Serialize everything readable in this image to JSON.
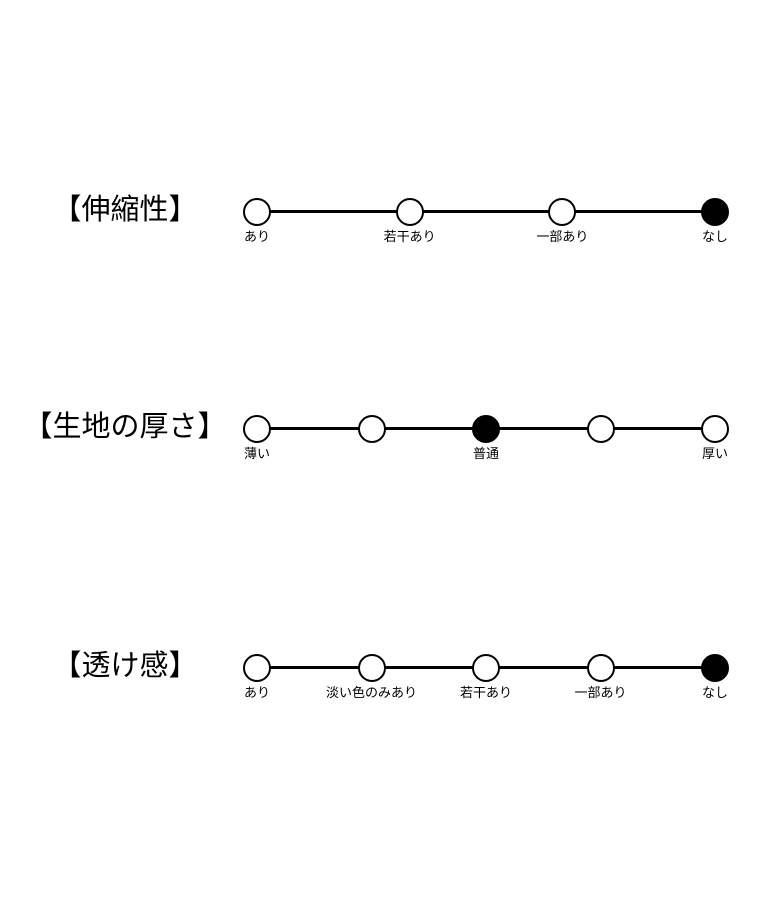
{
  "scales": [
    {
      "title": "【伸縮性】",
      "labels": [
        "あり",
        "若干あり",
        "一部あり",
        "なし"
      ],
      "selected_index": 3
    },
    {
      "title": "【生地の厚さ】",
      "labels": [
        "薄い",
        "",
        "普通",
        "",
        "厚い"
      ],
      "selected_index": 2
    },
    {
      "title": "【透け感】",
      "labels": [
        "あり",
        "淡い色のみあり",
        "若干あり",
        "一部あり",
        "なし"
      ],
      "selected_index": 4
    }
  ]
}
